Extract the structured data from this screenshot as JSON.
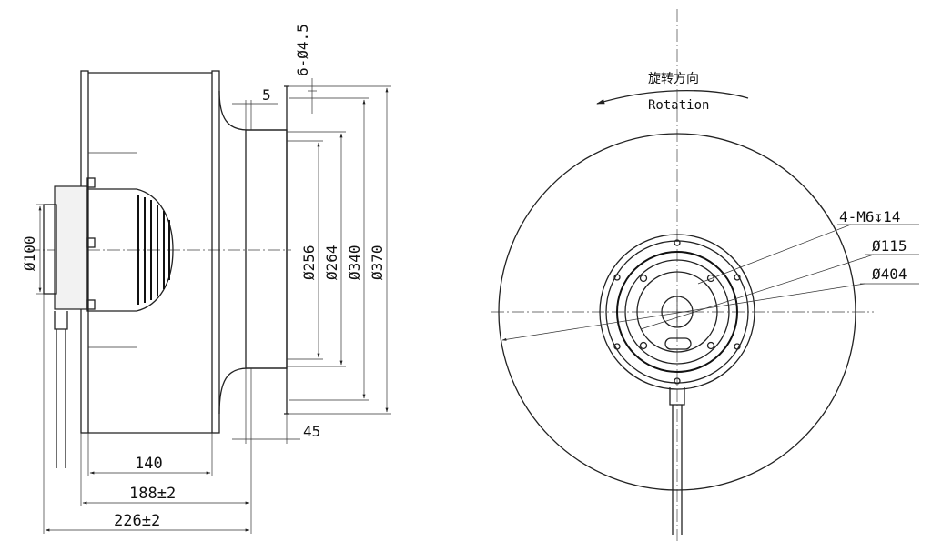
{
  "side_view": {
    "dims": {
      "holes": "6-Ø4.5",
      "flange": "5",
      "d100": "Ø100",
      "d256": "Ø256",
      "d264": "Ø264",
      "d340": "Ø340",
      "d370": "Ø370",
      "inlet_depth": "45",
      "w140": "140",
      "w188": "188±2",
      "w226": "226±2"
    }
  },
  "front_view": {
    "rotation_cn": "旋转方向",
    "rotation_en": "Rotation",
    "dims": {
      "mount_holes": "4-M6↧14",
      "d115": "Ø115",
      "d404": "Ø404"
    }
  }
}
